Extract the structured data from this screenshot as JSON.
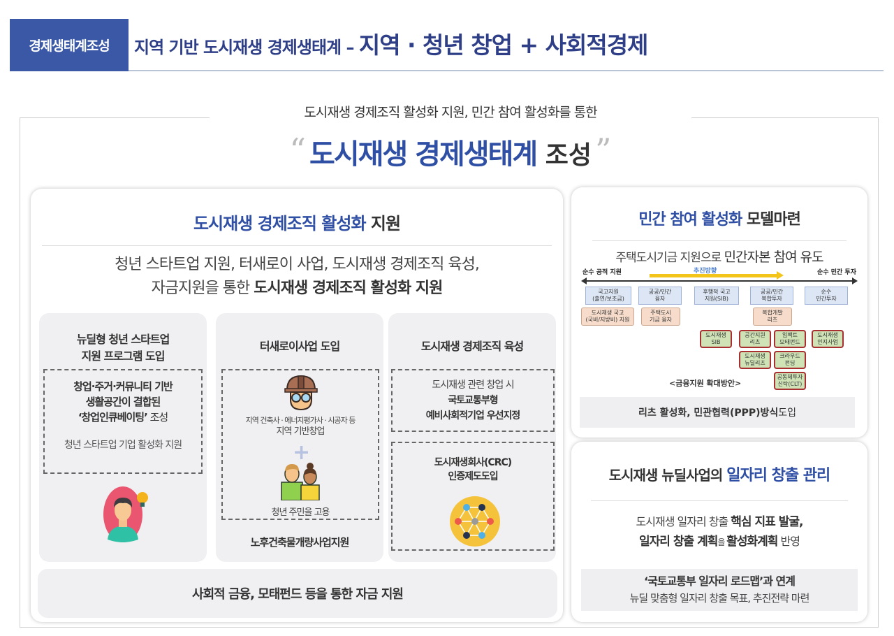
{
  "header": {
    "tag": "경제생태계조성",
    "title_prefix": "지역 기반 도시재생 경제생태계 – ",
    "title_emphasis": "지역 · 청년 창업 + 사회적경제"
  },
  "lead": {
    "subtitle": "도시재생 경제조직 활성화 지원, 민간 참여 활성화를 통한",
    "open_quote": "“",
    "title_blue": "도시재생 경제생태계",
    "title_dark": " 조성",
    "close_quote": "”"
  },
  "left_panel": {
    "title_blue": "도시재생 경제조직 활성화",
    "title_dark": " 지원",
    "desc_line1": "청년 스타트업 지원, 터새로이 사업, 도시재생 경제조직 육성,",
    "desc_line2_plain": "자금지원을 통한 ",
    "desc_line2_bold": "도시재생 경제조직 활성화 지원",
    "columns": [
      {
        "title_line1": "뉴딜형 청년 스타트업",
        "title_line2": "지원 프로그램 도입",
        "box_line1": "창업·주거·커뮤니티 기반",
        "box_line2": "생활공간이 결합된",
        "box_line3_bold": "‘창업인큐베이팅’",
        "box_line3_plain": " 조성",
        "box_sub": "청년 스타트업 기업 활성화 지원",
        "icon": "young-entrepreneur-icon"
      },
      {
        "title": "터새로이사업 도입",
        "worker_caption1": "지역 건축사 · 에너지평가사 · 시공자 등",
        "worker_caption2": "지역 기반창업",
        "plus": "+",
        "youth_caption": "청년 주민을 고용",
        "footer": "노후건축물개량사업지원",
        "icons": [
          "construction-worker-icon",
          "young-residents-icon"
        ]
      },
      {
        "title": "도시재생 경제조직 육성",
        "box1_line1": "도시재생 관련 창업 시",
        "box1_line2": "국토교통부형",
        "box1_line3": "예비사회적기업 우선지정",
        "box2_line1": "도시재생회사(CRC)",
        "box2_line2": "인증제도도입",
        "icon": "network-icon"
      }
    ],
    "bottom_bar": "사회적 금융, 모태펀드 등을 통한 자금 지원"
  },
  "right_top_panel": {
    "title_blue": "민간 참여 활성화",
    "title_dark": " 모델마련",
    "headline_plain": "주택도시기금 지원으로 ",
    "headline_emph": "민간자본 참여 유도",
    "scale_left": "순수 공적 지원",
    "scale_right": "순수 민간 투자",
    "direction_label": "추진방향",
    "scale_boxes": [
      "국고지원\n(출연/보조금)",
      "공공/민간\n융자",
      "후행적 국고\n지원(SIB)",
      "공공/민간\n복합투자",
      "순수\n민간투자"
    ],
    "current_boxes": [
      "도시재생 국고\n(국비/지방비) 지원",
      "주택도시\n기금 융자",
      "복합개발\n리츠"
    ],
    "expansion_boxes": [
      "도시재생\nSIB",
      "공간지원\n리츠",
      "임팩트\n모태펀드",
      "도시재생\n인지사업",
      "도시재생\n뉴딜리츠",
      "크라우드\n펀딩",
      "공동체투자\n신탁(CLT)"
    ],
    "expansion_label": "<금융지원 확대방안>",
    "footer_bold": "리츠 활성화, 민관협력(PPP)방식",
    "footer_plain": " 도입"
  },
  "right_bottom_panel": {
    "title_dark": "도시재생 뉴딜사업의 ",
    "title_blue": "일자리 창출 관리",
    "desc1_plain": "도시재생 일자리 창출 ",
    "desc1_bold": "핵심 지표 발굴,",
    "desc2_bold1": "일자리 창출 계획",
    "desc2_plain1": "을 ",
    "desc2_bold2": "활성화계획",
    "desc2_plain2": " 반영",
    "box_line1": "‘국토교통부 일자리 로드맵’과 연계",
    "box_line2": "뉴딜 맞춤형 일자리 창출 목표, 추진전략 마련"
  },
  "colors": {
    "brand_blue": "#3a58a6",
    "title_blue": "#2f4fa5",
    "panel_gray": "#f0eff1"
  }
}
